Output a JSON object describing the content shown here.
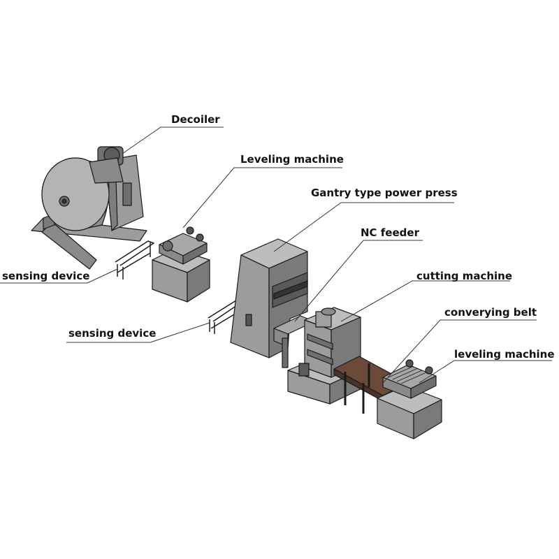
{
  "labels": {
    "decoiler": "Decoiler",
    "leveling_machine_1": "Leveling machine",
    "gantry_press": "Gantry type power press",
    "nc_feeder": "NC feeder",
    "sensing_device_1": "sensing device",
    "cutting_machine": "cutting machine",
    "sensing_device_2": "sensing device",
    "conveying_belt": "converying belt",
    "leveling_machine_2": "leveling machine"
  },
  "colors": {
    "machine_fill": "#9c9c9c",
    "machine_dark": "#6e6e6e",
    "machine_light": "#bdbdbd",
    "outline": "#1a1a1a",
    "belt": "#6b4a3a",
    "leader_line": "#333333"
  }
}
